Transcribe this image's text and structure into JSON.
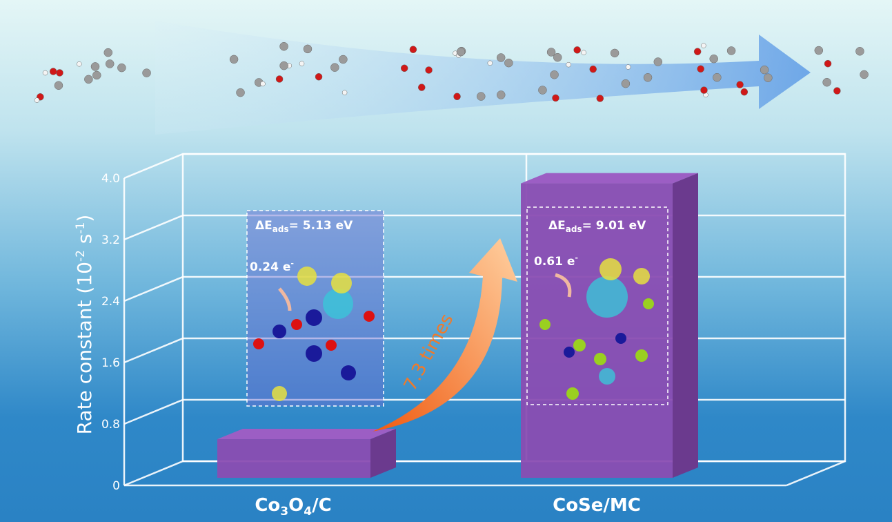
{
  "chart_data": {
    "type": "bar",
    "categories": [
      "Co3O4/C",
      "CoSe/MC"
    ],
    "values": [
      0.53,
      3.86
    ],
    "ylabel": "Rate constant (10-2 s-1)",
    "ylim": [
      0,
      4.0
    ],
    "yticks": [
      "0",
      "0.8",
      "1.6",
      "2.4",
      "3.2",
      "4.0"
    ],
    "grid": true,
    "colors": {
      "bar_front": "#8a4db2",
      "bar_side": "#6b3a8e",
      "bar_top": "#9c5ec4",
      "arrow": "#f07a2a"
    },
    "annotations": {
      "ratio": "7.3 times",
      "inset_left": {
        "energy_label": "ΔE",
        "energy_sub": "ads",
        "energy_value": "= 5.13 eV",
        "charge": "0.24 e",
        "charge_sup": "-"
      },
      "inset_right": {
        "energy_label": "ΔE",
        "energy_sub": "ads",
        "energy_value": "= 9.01 eV",
        "charge": "0.61 e",
        "charge_sup": "-"
      }
    },
    "xlabels": [
      {
        "main": "Co",
        "sub1": "3",
        "mid": "O",
        "sub2": "4",
        "end": "/C"
      },
      {
        "main": "CoSe/MC"
      }
    ],
    "ylabel_parts": {
      "main": "Rate constant (10",
      "sup1": "-2",
      "mid": " s",
      "sup2": "-1",
      "end": ")"
    }
  }
}
